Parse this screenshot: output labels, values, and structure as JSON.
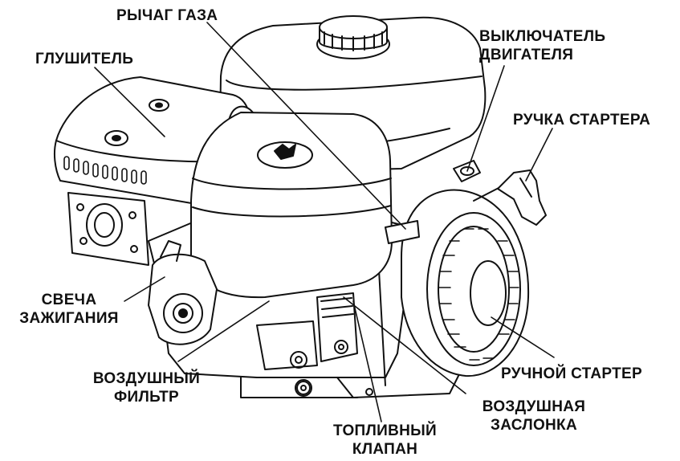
{
  "labels": {
    "throttle_lever": "РЫЧАГ ГАЗА",
    "engine_switch_line1": "ВЫКЛЮЧАТЕЛЬ",
    "engine_switch_line2": "ДВИГАТЕЛЯ",
    "muffler": "ГЛУШИТЕЛЬ",
    "starter_grip": "РУЧКА СТАРТЕРА",
    "spark_plug_line1": "СВЕЧА",
    "spark_plug_line2": "ЗАЖИГАНИЯ",
    "air_filter_line1": "ВОЗДУШНЫЙ",
    "air_filter_line2": "ФИЛЬТР",
    "recoil_starter": "РУЧНОЙ СТАРТЕР",
    "choke_line1": "ВОЗДУШНАЯ",
    "choke_line2": "ЗАСЛОНКА",
    "fuel_valve_line1": "ТОПЛИВНЫЙ",
    "fuel_valve_line2": "КЛАПАН"
  },
  "colors": {
    "ink": "#111111",
    "background": "#ffffff"
  }
}
